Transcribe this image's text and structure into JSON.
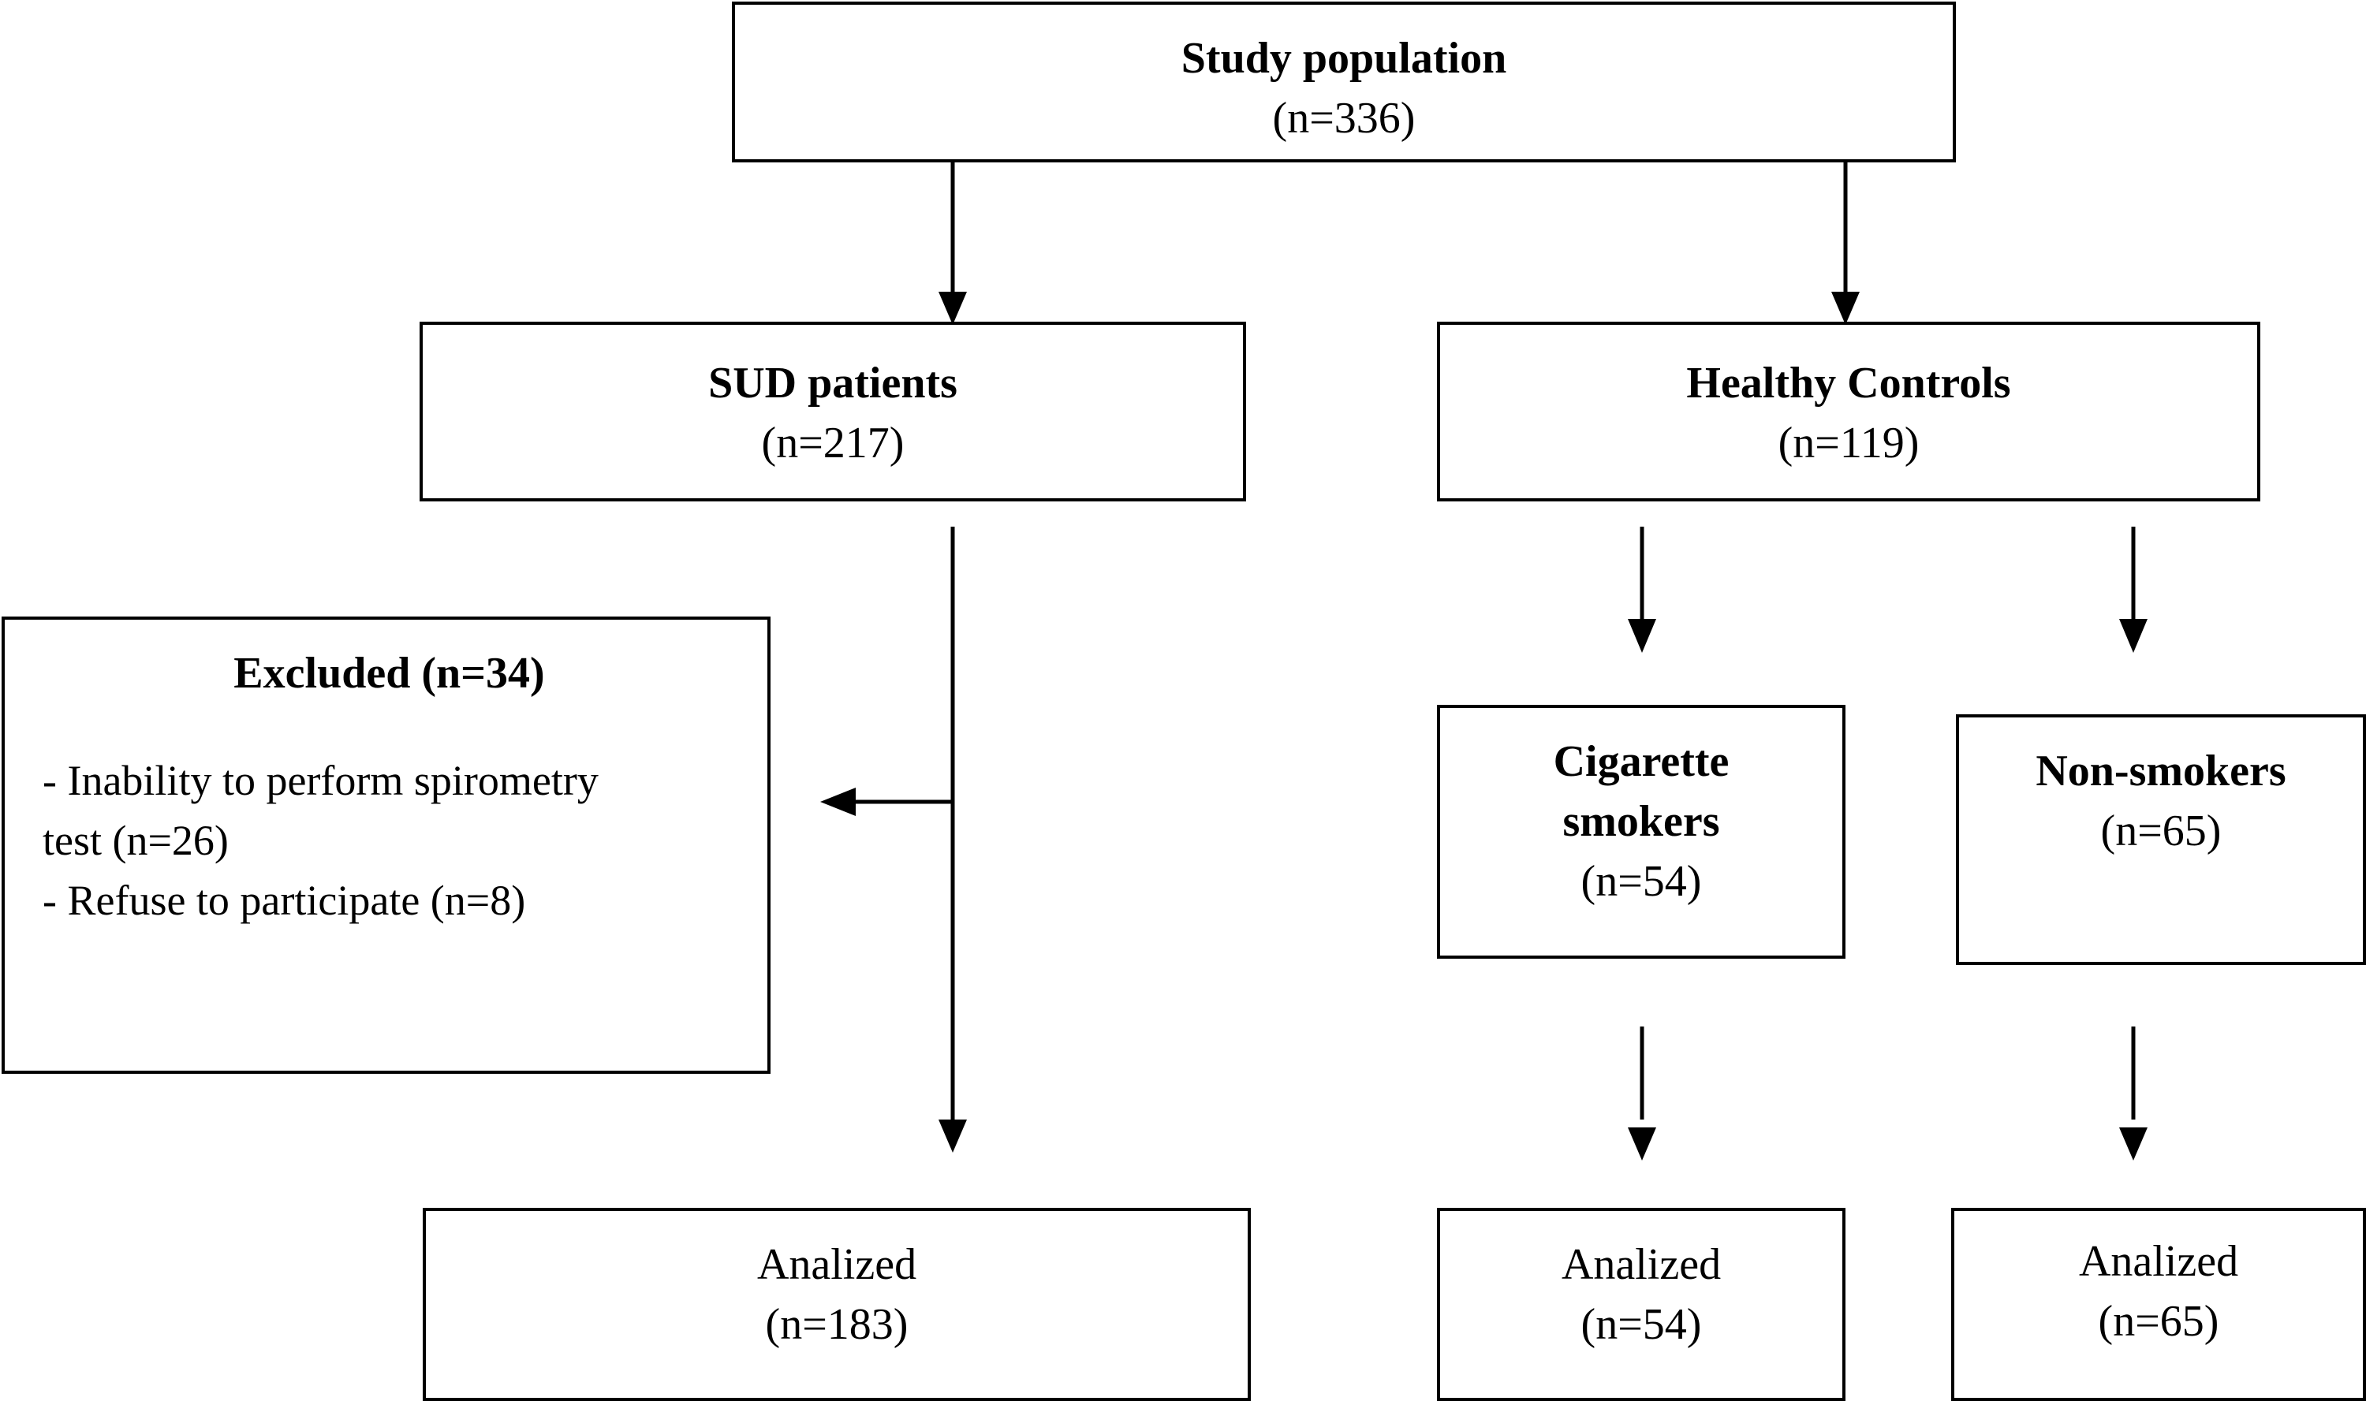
{
  "study_population": {
    "title": "Study population",
    "count": "(n=336)"
  },
  "sud_patients": {
    "title": "SUD patients",
    "count": "(n=217)"
  },
  "healthy_controls": {
    "title": "Healthy Controls",
    "count": "(n=119)"
  },
  "excluded": {
    "title": "Excluded (n=34)",
    "items": [
      "- Inability to perform spirometry",
      "test (n=26)",
      "- Refuse to participate (n=8)"
    ]
  },
  "cigarette_smokers": {
    "title_line1": "Cigarette",
    "title_line2": "smokers",
    "count": "(n=54)"
  },
  "non_smokers": {
    "title": "Non-smokers",
    "count": "(n=65)"
  },
  "analyzed_sud": {
    "label": "Analized",
    "count": "(n=183)"
  },
  "analyzed_smokers": {
    "label": "Analized",
    "count": "(n=54)"
  },
  "analyzed_nonsmokers": {
    "label": "Analized",
    "count": "(n=65)"
  }
}
